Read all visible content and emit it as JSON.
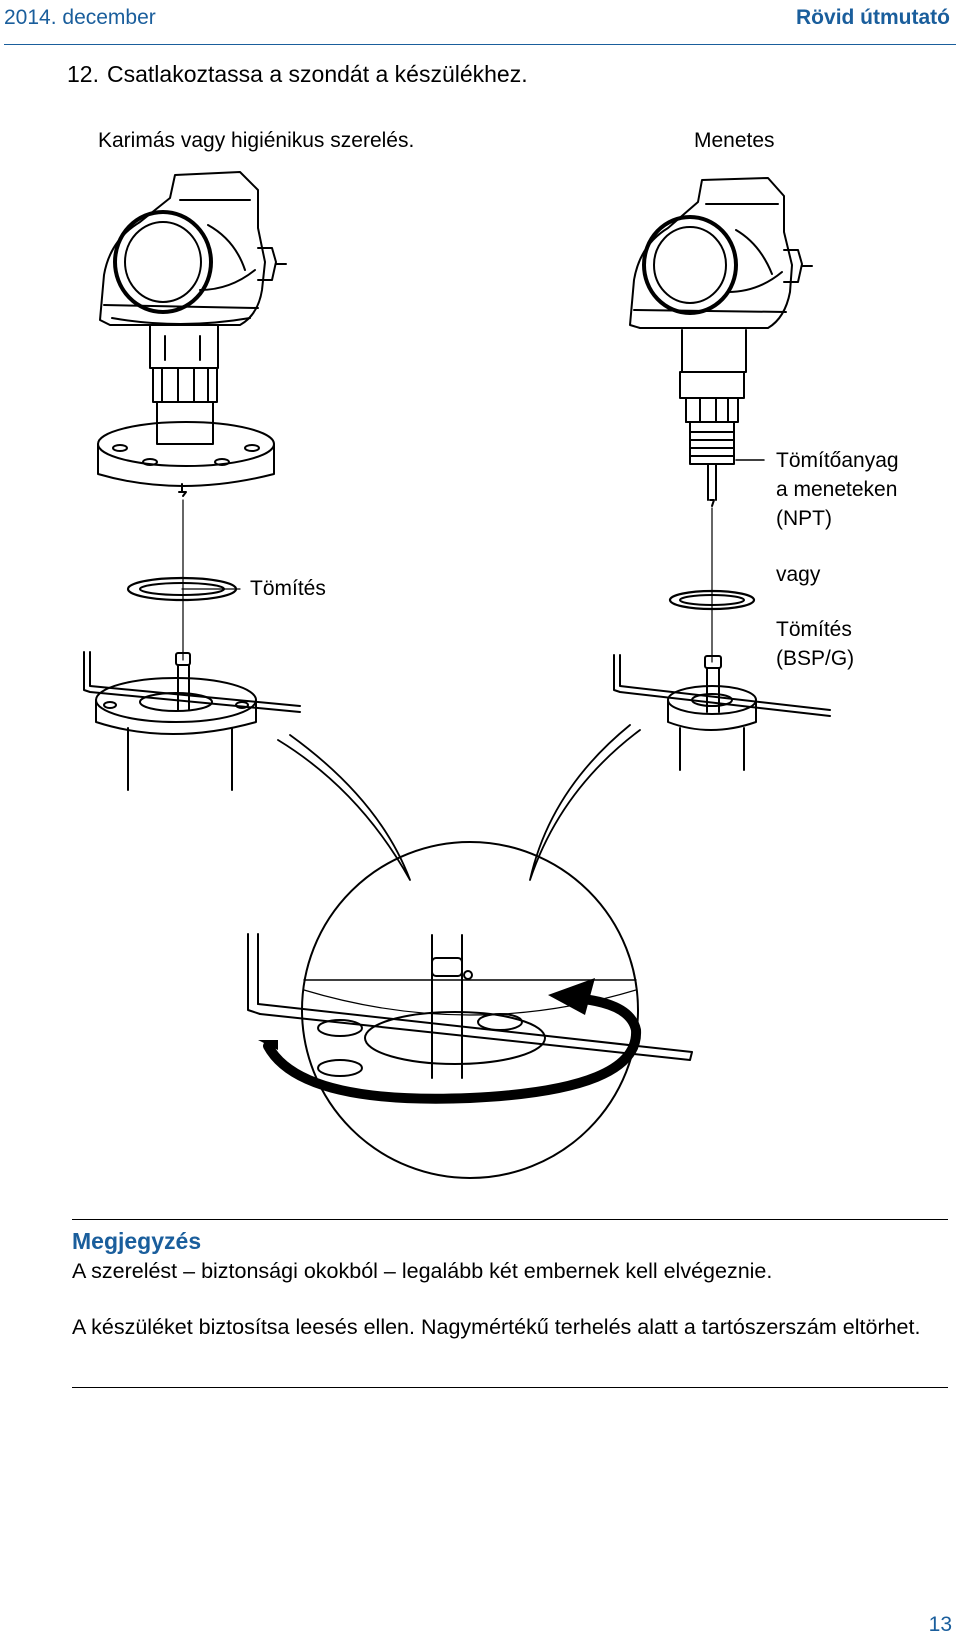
{
  "header": {
    "date": "2014. december",
    "title": "Rövid útmutató"
  },
  "step": {
    "number": "12.",
    "text": "Csatlakoztassa a szondát a készülékhez."
  },
  "figure": {
    "left_caption": "Karimás vagy higiénikus szerelés.",
    "right_caption": "Menetes",
    "label_gasket_left": "Tömítés",
    "label_sealant_l1": "Tömítőanyag",
    "label_sealant_l2": "a meneteken",
    "label_sealant_l3": "(NPT)",
    "label_or": "vagy",
    "label_gasket_right_l1": "Tömítés",
    "label_gasket_right_l2": "(BSP/G)"
  },
  "note": {
    "title": "Megjegyzés",
    "line1": "A szerelést – biztonsági okokból – legalább két embernek kell elvégeznie.",
    "line2": "A készüléket biztosítsa leesés ellen. Nagymértékű terhelés alatt a tartószerszám eltörhet."
  },
  "page_number": "13"
}
